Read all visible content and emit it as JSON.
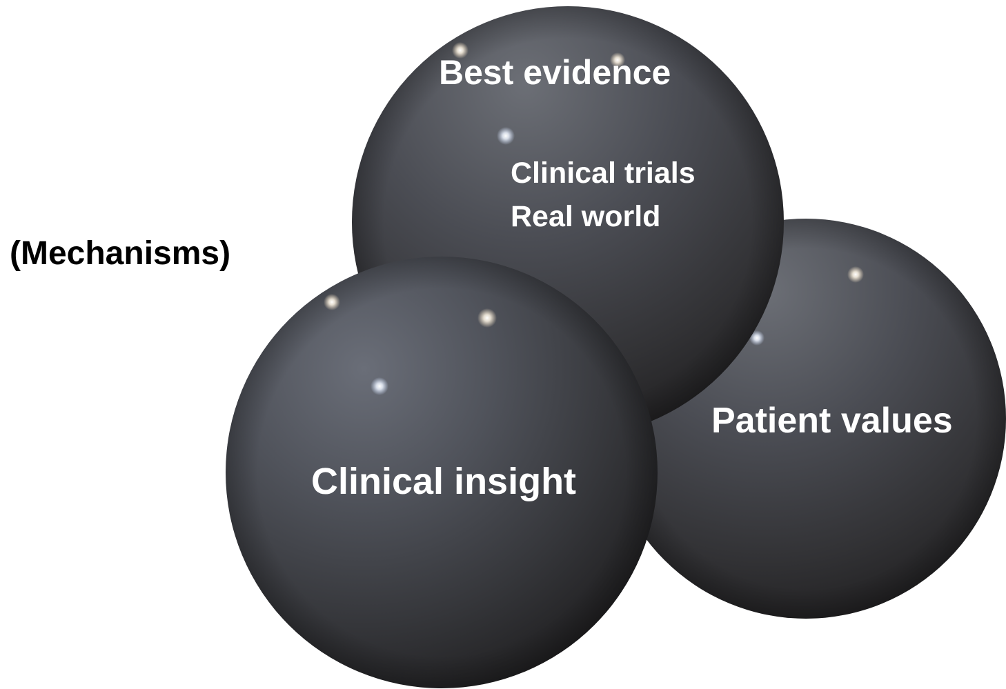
{
  "side_label": "(Mechanisms)",
  "spheres": [
    {
      "key": "best_evidence",
      "title": "Best evidence",
      "items": [
        "Clinical trials",
        "Real world"
      ]
    },
    {
      "key": "patient_values",
      "title": "Patient values"
    },
    {
      "key": "clinical_insight",
      "title": "Clinical insight"
    }
  ],
  "colors": {
    "sphere_light": "#6a6e78",
    "sphere_mid": "#43464d",
    "sphere_dark": "#1f1e1f",
    "highlight": "#ffffff",
    "text_on_sphere": "#ffffff",
    "side_text": "#000000"
  }
}
